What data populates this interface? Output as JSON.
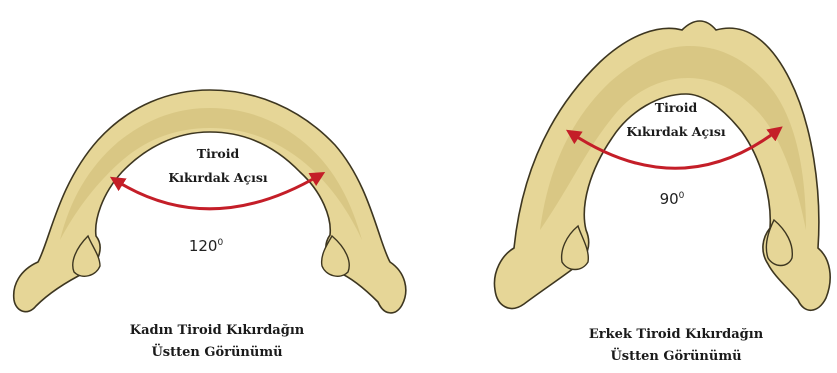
{
  "colors": {
    "cartilage_fill": "#e6d697",
    "cartilage_inner": "#cdbb75",
    "cartilage_outline": "#3d3620",
    "arrow": "#c41e28"
  },
  "female": {
    "angle_label_line1": "Tiroid",
    "angle_label_line2": "Kıkırdak Açısı",
    "angle_value": "120",
    "degree_mark": "0",
    "caption_line1": "Kadın Tiroid Kıkırdağın",
    "caption_line2": "Üstten Görünümü"
  },
  "male": {
    "angle_label_line1": "Tiroid",
    "angle_label_line2": "Kıkırdak Açısı",
    "angle_value": "90",
    "degree_mark": "0",
    "caption_line1": "Erkek Tiroid Kıkırdağın",
    "caption_line2": "Üstten Görünümü"
  }
}
